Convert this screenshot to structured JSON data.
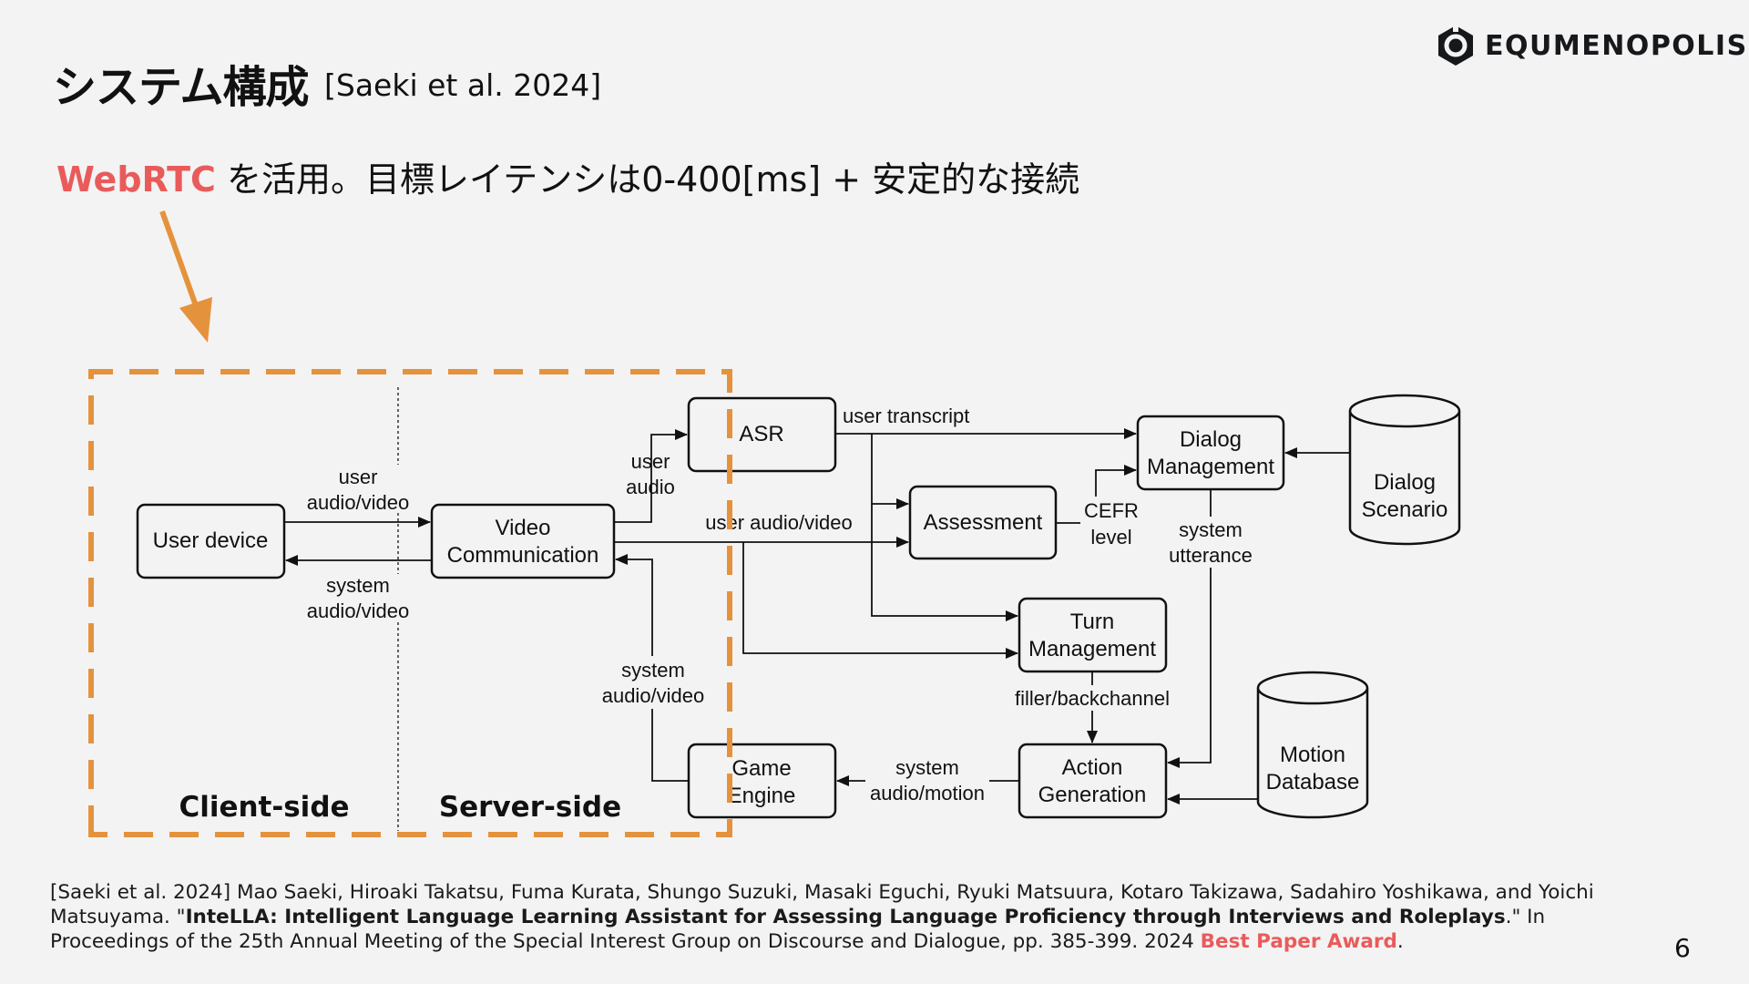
{
  "slide": {
    "title": "システム構成",
    "citation": "[Saeki et al. 2024]",
    "subtitle_accent": "WebRTC",
    "subtitle_rest": " を活用。目標レイテンシは0-400[ms] + 安定的な接続",
    "page_number": "6"
  },
  "logo": {
    "text": "EQUMENOPOLIS",
    "icon": "hexagon-ring-logo-icon"
  },
  "diagram": {
    "boxes": {
      "user_device": "User device",
      "video_comm_1": "Video",
      "video_comm_2": "Communication",
      "asr": "ASR",
      "assessment": "Assessment",
      "dialog_mgmt_1": "Dialog",
      "dialog_mgmt_2": "Management",
      "turn_mgmt_1": "Turn",
      "turn_mgmt_2": "Management",
      "action_gen_1": "Action",
      "action_gen_2": "Generation",
      "game_engine_1": "Game",
      "game_engine_2": "Engine",
      "dialog_scenario_1": "Dialog",
      "dialog_scenario_2": "Scenario",
      "motion_db_1": "Motion",
      "motion_db_2": "Database"
    },
    "labels": {
      "user_av_1": "user",
      "user_av_2": "audio/video",
      "system_av_1": "system",
      "system_av_2": "audio/video",
      "user_audio_1": "user",
      "user_audio_2": "audio",
      "user_transcript": "user transcript",
      "user_av_wide": "user audio/video",
      "cefr_1": "CEFR",
      "cefr_2": "level",
      "system_utt_1": "system",
      "system_utt_2": "utterance",
      "filler": "filler/backchannel",
      "system_motion_1": "system",
      "system_motion_2": "audio/motion",
      "system_av_game_1": "system",
      "system_av_game_2": "audio/video"
    },
    "sides": {
      "client": "Client-side",
      "server": "Server-side"
    },
    "colors": {
      "accent": "#e95b5b",
      "highlight": "#e5923d"
    }
  },
  "references": {
    "prefix": "[Saeki et al. 2024] Mao Saeki, Hiroaki Takatsu, Fuma Kurata, Shungo Suzuki, Masaki Eguchi, Ryuki Matsuura, Kotaro Takizawa, Sadahiro Yoshikawa, and Yoichi Matsuyama. \"",
    "paper_title": "InteLLA: Intelligent Language Learning Assistant for Assessing Language Proficiency through Interviews and Roleplays",
    "venue": ".\" In Proceedings of the 25th Annual Meeting of the Special Interest Group on Discourse and Dialogue, pp. 385-399. 2024  ",
    "award": "Best Paper Award",
    "suffix": "."
  }
}
